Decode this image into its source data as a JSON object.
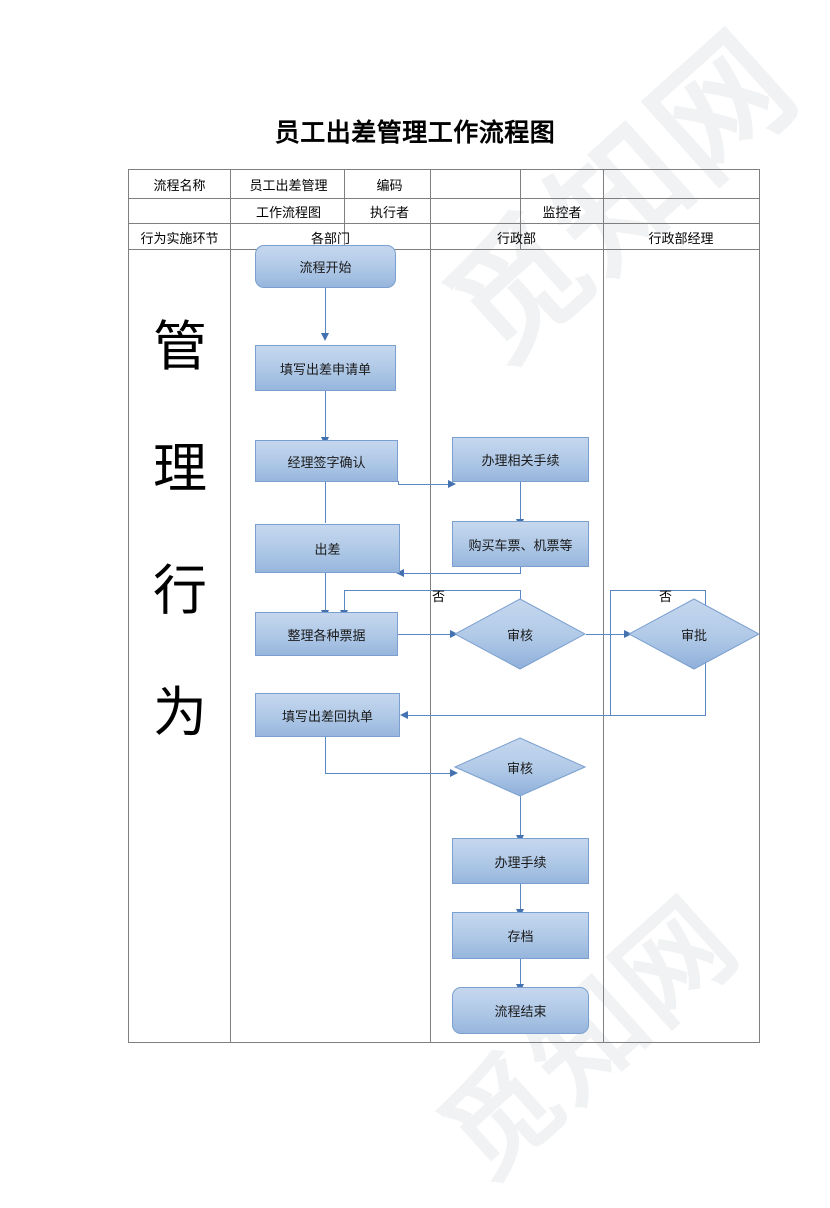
{
  "document": {
    "title": "员工出差管理工作流程图",
    "watermark_text": "觅知网"
  },
  "header_table": {
    "row1": {
      "label_process_name": "流程名称",
      "value_process_name": "员工出差管理",
      "label_code": "编码",
      "value_code": "",
      "blank_mid": "",
      "blank_right": ""
    },
    "row2": {
      "value_process_name_line2": "工作流程图",
      "label_executor": "执行者",
      "value_executor": "",
      "label_monitor": "监控者",
      "value_monitor": ""
    },
    "row3": {
      "label_stage": "行为实施环节",
      "col_departments": "各部门",
      "col_admin": "行政部",
      "col_admin_manager": "行政部经理"
    }
  },
  "phase": {
    "chars": [
      "管",
      "理",
      "行",
      "为"
    ],
    "text": "管理行为"
  },
  "flow": {
    "nodes": [
      {
        "id": "start",
        "label": "流程开始",
        "shape": "rounded",
        "lane": "各部门"
      },
      {
        "id": "apply",
        "label": "填写出差申请单",
        "shape": "rectangle",
        "lane": "各部门"
      },
      {
        "id": "sign",
        "label": "经理签字确认",
        "shape": "rectangle",
        "lane": "各部门"
      },
      {
        "id": "trip",
        "label": "出差",
        "shape": "rectangle",
        "lane": "各部门"
      },
      {
        "id": "tidy",
        "label": "整理各种票据",
        "shape": "rectangle",
        "lane": "各部门"
      },
      {
        "id": "receipt",
        "label": "填写出差回执单",
        "shape": "rectangle",
        "lane": "各部门"
      },
      {
        "id": "procedures",
        "label": "办理相关手续",
        "shape": "rectangle",
        "lane": "行政部"
      },
      {
        "id": "tickets",
        "label": "购买车票、机票等",
        "shape": "rectangle",
        "lane": "行政部"
      },
      {
        "id": "review1",
        "label": "审核",
        "shape": "diamond",
        "lane": "行政部"
      },
      {
        "id": "review2",
        "label": "审核",
        "shape": "diamond",
        "lane": "行政部"
      },
      {
        "id": "handle",
        "label": "办理手续",
        "shape": "rectangle",
        "lane": "行政部"
      },
      {
        "id": "archive",
        "label": "存档",
        "shape": "rectangle",
        "lane": "行政部"
      },
      {
        "id": "end",
        "label": "流程结束",
        "shape": "rounded",
        "lane": "行政部"
      },
      {
        "id": "approve",
        "label": "审批",
        "shape": "diamond",
        "lane": "行政部经理"
      }
    ],
    "edge_labels": {
      "no_left": "否",
      "no_right": "否"
    }
  },
  "colors": {
    "shape_fill_top": "#c5d7ee",
    "shape_fill_bottom": "#97b6dd",
    "shape_border": "#7ba0cf",
    "connector": "#5b87c5",
    "arrow_head": "#4472b0",
    "grid": "#7f7f7f",
    "text": "#000000",
    "watermark": "#f1f2f3"
  }
}
